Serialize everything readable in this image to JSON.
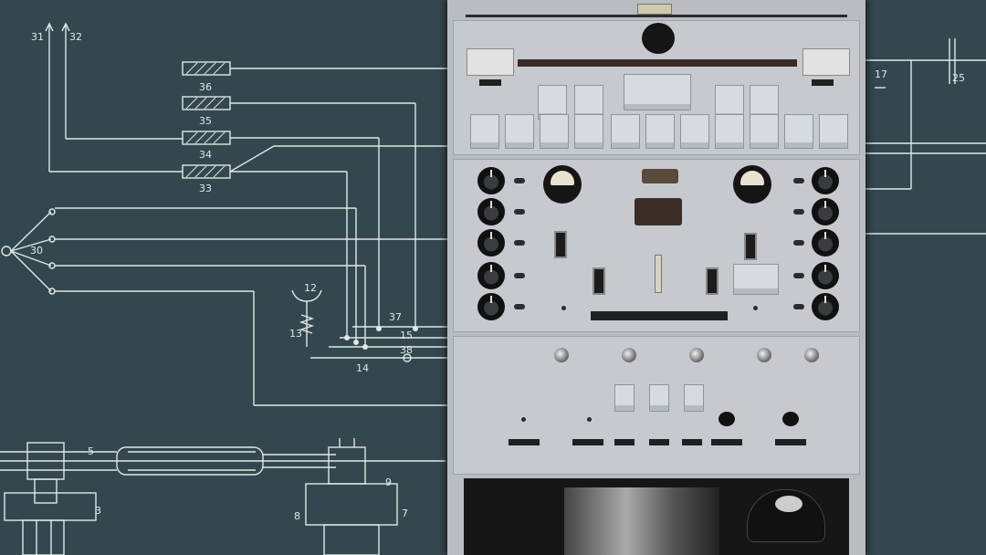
{
  "scene": {
    "description_free": true,
    "colors": {
      "background": "#34474e",
      "lines": "#dfe8e6",
      "cabinet": "#b9bdc2"
    }
  },
  "blueprint_labels": {
    "n31": "31",
    "n32": "32",
    "n36": "36",
    "n35": "35",
    "n34": "34",
    "n33": "33",
    "n30": "30",
    "n12": "12",
    "n13": "13",
    "n37": "37",
    "n15": "15",
    "n38": "38",
    "n14": "14",
    "n5": "5",
    "n3": "3",
    "n9": "9",
    "n7": "7",
    "n8": "8",
    "n17": "17",
    "n25": "25"
  },
  "icons": [
    "cabinet-photo",
    "rotary-telephone-icon",
    "vu-meter-icon"
  ]
}
